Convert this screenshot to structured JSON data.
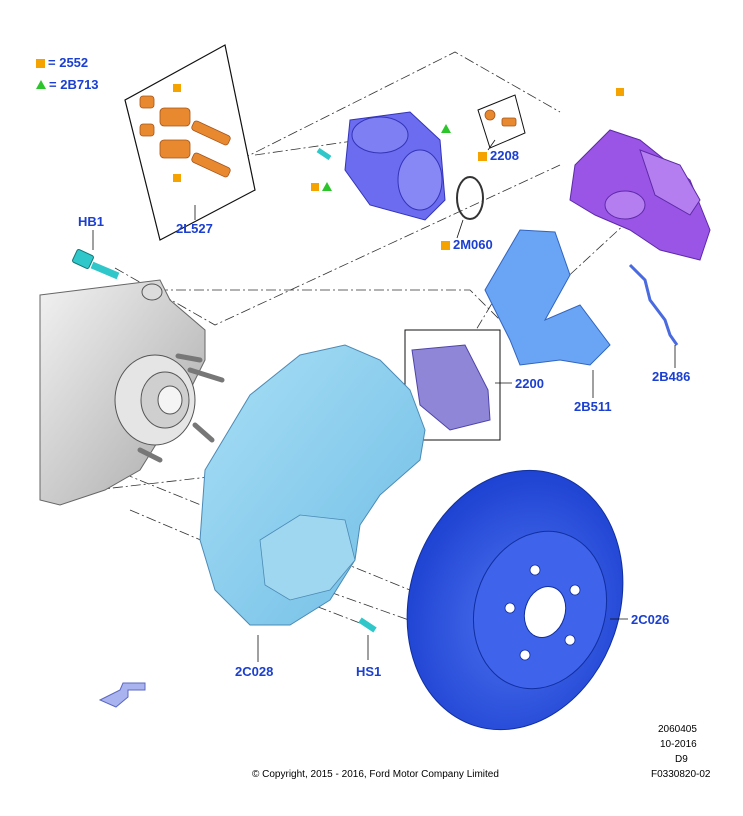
{
  "legend": {
    "square_code": "2552",
    "triangle_code": "2B713",
    "square_color": "#f5a300",
    "triangle_color": "#2cc52c"
  },
  "callouts": {
    "pin_kit": "2L527",
    "bleeder": "2208",
    "seal": "2M060",
    "bolt_hb1": "HB1",
    "pads": "2200",
    "bracket": "2B511",
    "hose": "2B486",
    "shield": "2C028",
    "screw_hs1": "HS1",
    "disc": "2C026"
  },
  "footer": {
    "copyright": "© Copyright, 2015 - 2016, Ford Motor Company Limited",
    "code1": "2060405",
    "date": "10-2016",
    "code2": "D9",
    "figure": "F0330820-02"
  },
  "colors": {
    "label": "#1a3fd1",
    "caliper": "#9a55e6",
    "motor": "#6b6cf0",
    "bracket": "#6aa5f5",
    "shield": "#8fd0ef",
    "disc": "#2a52e0",
    "pins": "#e8892f",
    "pad": "#8f86d8"
  }
}
